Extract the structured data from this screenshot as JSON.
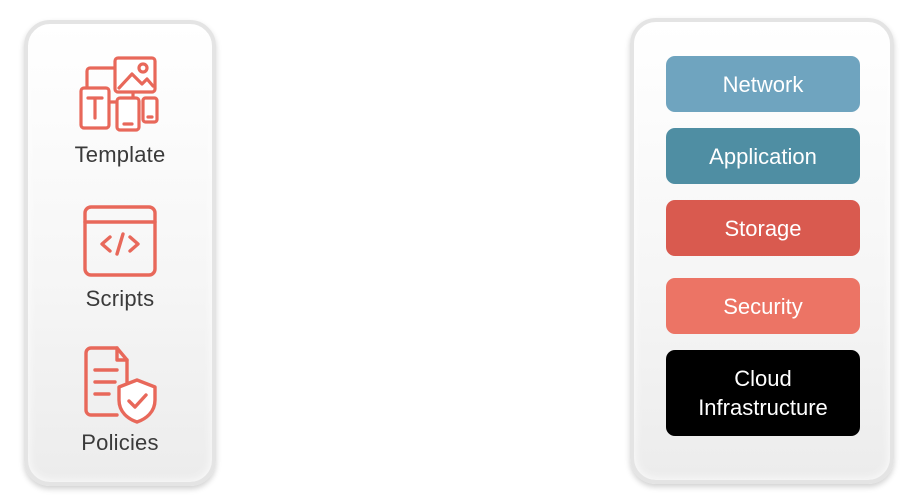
{
  "tools": {
    "items": [
      {
        "label": "Template",
        "icon": "template-icon"
      },
      {
        "label": "Scripts",
        "icon": "code-window-icon"
      },
      {
        "label": "Policies",
        "icon": "policy-shield-icon"
      }
    ],
    "icon_color": "#e8685a"
  },
  "layers": [
    {
      "label": "Network",
      "color": "#6fa4bf"
    },
    {
      "label": "Application",
      "color": "#4f8ea3"
    },
    {
      "label": "Storage",
      "color": "#d95a4f"
    },
    {
      "label": "Security",
      "color": "#ec7465"
    },
    {
      "label": "Cloud\nInfrastructure",
      "color": "#000000"
    }
  ]
}
